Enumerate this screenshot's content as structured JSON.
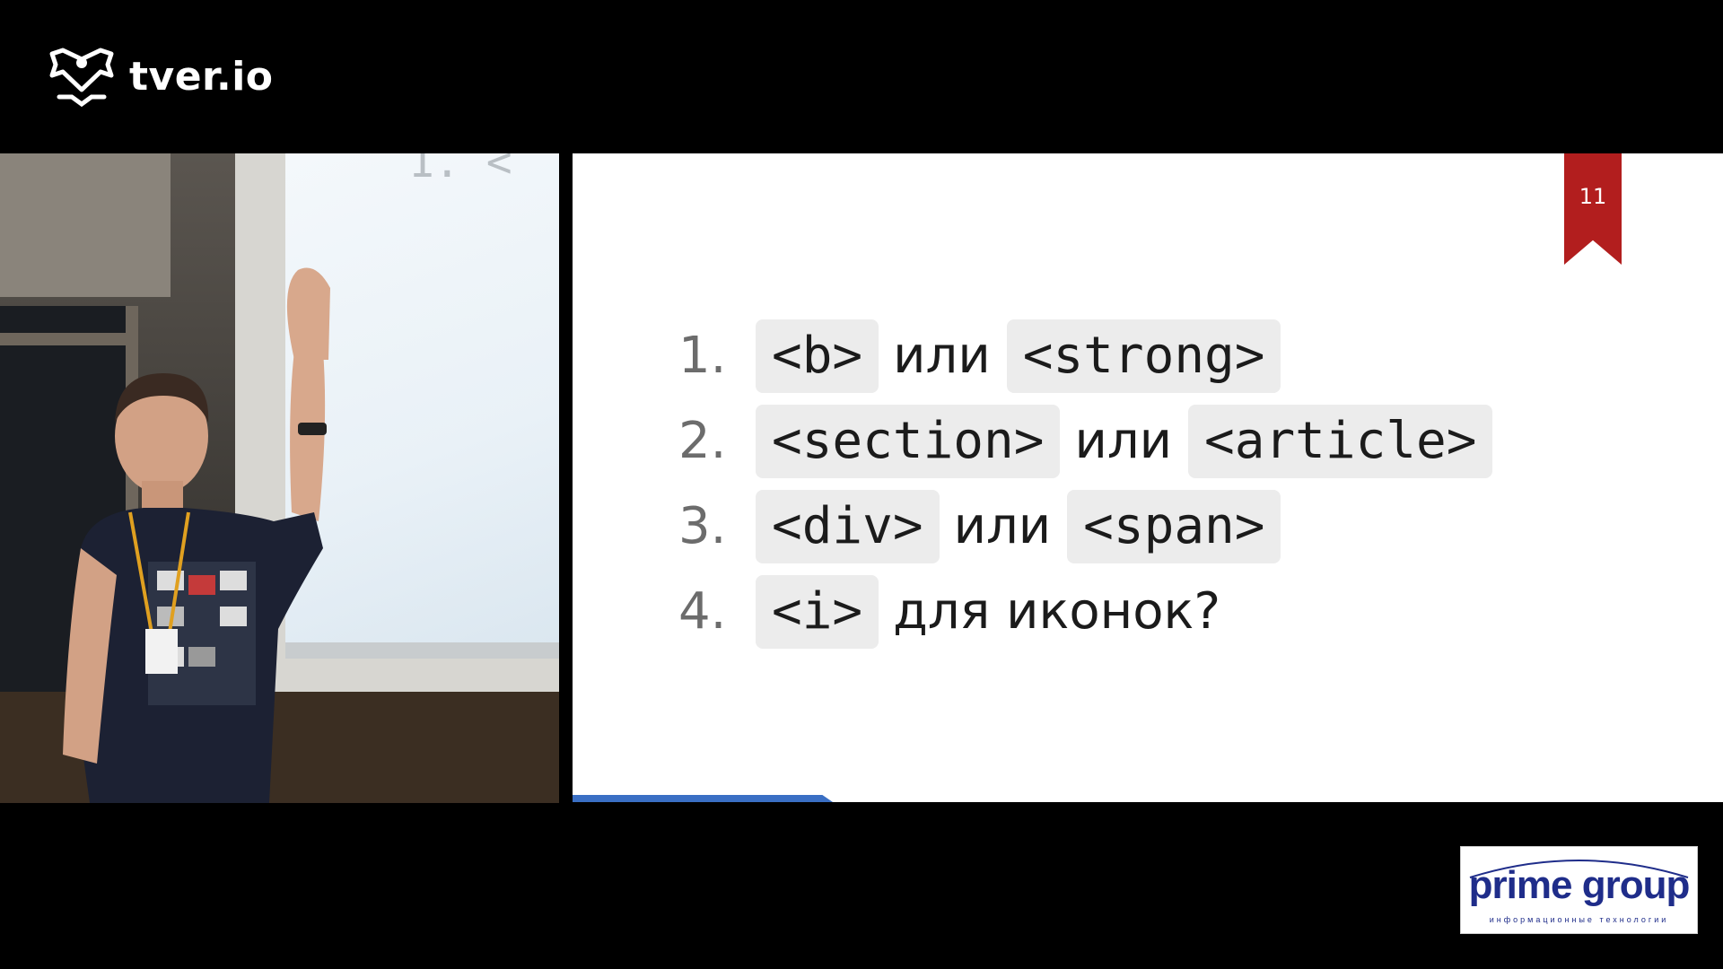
{
  "brand": {
    "name": "tver.io"
  },
  "slide": {
    "number": "11",
    "items": [
      {
        "num": "1.",
        "code1": "<b>",
        "word": "или",
        "code2": "<strong>"
      },
      {
        "num": "2.",
        "code1": "<section>",
        "word": "или",
        "code2": "<article>"
      },
      {
        "num": "3.",
        "code1": "<div>",
        "word": "или",
        "code2": "<span>"
      },
      {
        "num": "4.",
        "code1": "<i>",
        "word": "для иконок?"
      }
    ]
  },
  "video": {
    "screen_text": "1. <"
  },
  "sponsor": {
    "name": "prime group",
    "tagline": "информационные технологии"
  },
  "colors": {
    "accent_red": "#b21e1e",
    "progress_blue": "#3a6fc4",
    "sponsor_blue": "#1f2d8a"
  }
}
